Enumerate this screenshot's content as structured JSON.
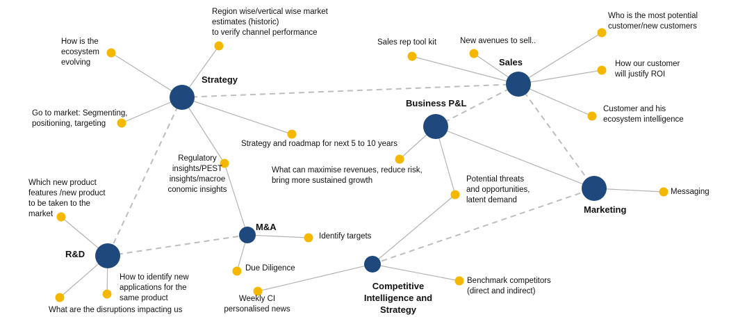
{
  "diagram": {
    "colors": {
      "hub": "#1f487c",
      "leaf": "#f5b800",
      "link": "#b3b3b3",
      "hub_link": "#bdbdbd"
    },
    "hubs": {
      "strategy": "Strategy",
      "sales": "Sales",
      "business_pl": "Business P&L",
      "marketing": "Marketing",
      "mna": "M&A",
      "rnd": "R&D",
      "ci": "Competitive\nIntelligence and\nStrategy"
    },
    "leaves": {
      "ecosystem": "How is the\necosystem\nevolving",
      "region_estimates": "Region wise/vertical wise market\nestimates (historic)\nto verify channel performance",
      "go_to_market": "Go to market: Segmenting,\npositioning, targeting",
      "roadmap": "Strategy and roadmap for next 5 to 10 years",
      "regulatory": "Regulatory\ninsights/PEST\ninsights/macroe\nconomic insights",
      "sales_toolkit": "Sales rep tool kit",
      "new_avenues": "New avenues to sell..",
      "potential_customer": "Who is the most potential\ncustomer/new customers",
      "justify_roi": "How our customer\nwill justify ROI",
      "customer_ecosystem": "Customer and his\necosystem intelligence",
      "maximise_revenues": "What can maximise revenues, reduce risk,\nbring more sustained growth",
      "threats": "Potential threats\nand opportunities,\nlatent demand",
      "messaging": "Messaging",
      "new_features": "Which new product\nfeatures /new product\nto be taken to the\nmarket",
      "new_applications": "How to identify new\napplications for the\nsame product",
      "disruptions": "What are the disruptions impacting us",
      "identify_targets": "Identify targets",
      "due_diligence": "Due Diligence",
      "weekly_ci": "Weekly CI\npersonalised news",
      "benchmark": "Benchmark competitors\n(direct and indirect)"
    }
  }
}
